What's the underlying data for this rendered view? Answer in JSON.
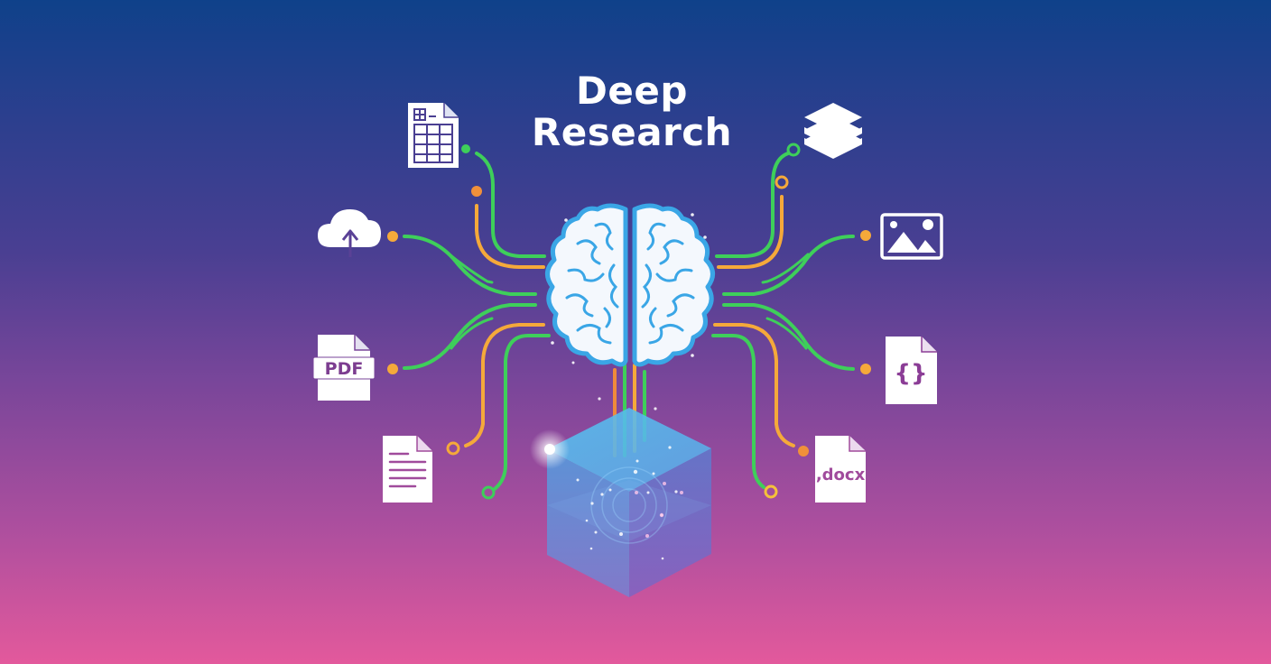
{
  "title": {
    "line1": "Deep",
    "line2": "Research"
  },
  "colors": {
    "background_top": "#0f418a",
    "background_mid": "#7a469a",
    "background_bottom": "#e3599c",
    "line_green": "#3ecf5a",
    "line_orange": "#f5a93a",
    "brain_outline": "#3aa6e6",
    "icon_fill": "#ffffff",
    "icon_text": "#8b3d96",
    "cube": "#4fb2ec"
  },
  "icons": {
    "spreadsheet": {
      "name": "spreadsheet-icon"
    },
    "cloud_upload": {
      "name": "cloud-upload-icon"
    },
    "pdf": {
      "name": "pdf-file-icon",
      "label": "PDF"
    },
    "text_document": {
      "name": "text-document-icon"
    },
    "layers": {
      "name": "layers-icon"
    },
    "image": {
      "name": "image-icon"
    },
    "json": {
      "name": "json-file-icon",
      "label": "{}"
    },
    "docx": {
      "name": "docx-file-icon",
      "label": ",docx"
    }
  },
  "center": {
    "brain": "brain-icon",
    "cube": "data-cube"
  }
}
